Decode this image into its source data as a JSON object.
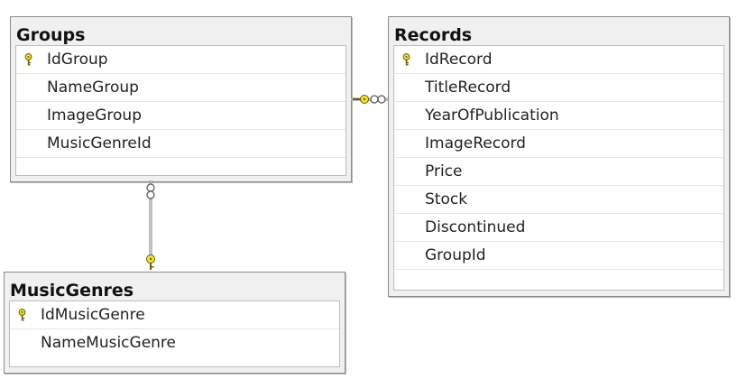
{
  "tables": {
    "groups": {
      "title": "Groups",
      "columns": [
        {
          "name": "IdGroup",
          "primary_key": true
        },
        {
          "name": "NameGroup",
          "primary_key": false
        },
        {
          "name": "ImageGroup",
          "primary_key": false
        },
        {
          "name": "MusicGenreId",
          "primary_key": false
        }
      ]
    },
    "records": {
      "title": "Records",
      "columns": [
        {
          "name": "IdRecord",
          "primary_key": true
        },
        {
          "name": "TitleRecord",
          "primary_key": false
        },
        {
          "name": "YearOfPublication",
          "primary_key": false
        },
        {
          "name": "ImageRecord",
          "primary_key": false
        },
        {
          "name": "Price",
          "primary_key": false
        },
        {
          "name": "Stock",
          "primary_key": false
        },
        {
          "name": "Discontinued",
          "primary_key": false
        },
        {
          "name": "GroupId",
          "primary_key": false
        }
      ]
    },
    "musicgenres": {
      "title": "MusicGenres",
      "columns": [
        {
          "name": "IdMusicGenre",
          "primary_key": true
        },
        {
          "name": "NameMusicGenre",
          "primary_key": false
        }
      ]
    }
  },
  "relationships": [
    {
      "from": "Groups",
      "to": "Records",
      "one_end": "Groups",
      "many_end": "Records"
    },
    {
      "from": "MusicGenres",
      "to": "Groups",
      "one_end": "MusicGenres",
      "many_end": "Groups"
    }
  ],
  "colors": {
    "key_icon": "#f2e13a",
    "connector": "#7f7f7f",
    "table_frame": "#8a8a8a"
  },
  "icons": {
    "primary_key": "key-icon",
    "one_end": "key-icon",
    "many_end": "infinity-icon"
  }
}
